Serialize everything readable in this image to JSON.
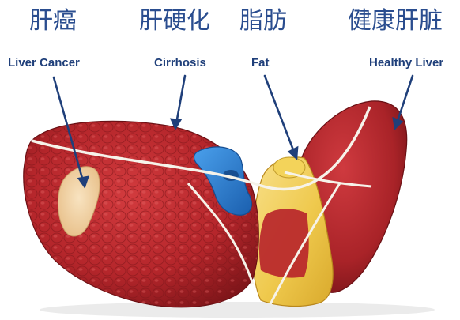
{
  "labels": [
    {
      "zh": "肝癌",
      "en": "Liver Cancer"
    },
    {
      "zh": "肝硬化",
      "en": "Cirrhosis"
    },
    {
      "zh": "脂肪",
      "en": "Fat"
    },
    {
      "zh": "健康肝脏",
      "en": "Healthy Liver"
    }
  ],
  "colors": {
    "label_text": "#2a4d8f",
    "arrow": "#1f3f7a",
    "cirrhotic_tissue": "#b8262b",
    "tumor": "#f2d3a8",
    "fatty_tissue": "#f2d264",
    "healthy_tissue": "#b22a30",
    "vessel": "#2e7fd0",
    "band": "#f6f3ea"
  }
}
